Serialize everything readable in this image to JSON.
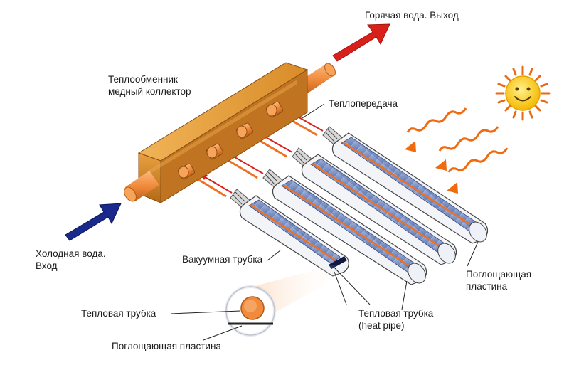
{
  "labels": {
    "hot_water_out": "Горячая вода. Выход",
    "heat_exchanger": "Теплообменник\nмедный коллектор",
    "heat_transfer": "Теплопередача",
    "cold_water_in": "Холодная вода.\nВход",
    "vacuum_tube": "Вакуумная трубка",
    "absorber_plate_right": "Поглощающая\nпластина",
    "heat_pipe_center": "Тепловая трубка\n(heat pipe)",
    "heat_pipe_left": "Тепловая трубка",
    "absorber_plate_bottom": "Поглощающая пластина"
  },
  "colors": {
    "manifold": "#d98c28",
    "pipe": "#f08a3c",
    "hot_arrow": "#d9211c",
    "cold_arrow": "#1a2a8c",
    "sun": "#ffd21a",
    "sun_rays": "#e86a14",
    "tube_plate": "#8098c8",
    "heat_pipe_line": "#f07020"
  },
  "icons": [
    "sun-icon",
    "hot-water-arrow",
    "cold-water-arrow",
    "heat-ray-arrows"
  ]
}
